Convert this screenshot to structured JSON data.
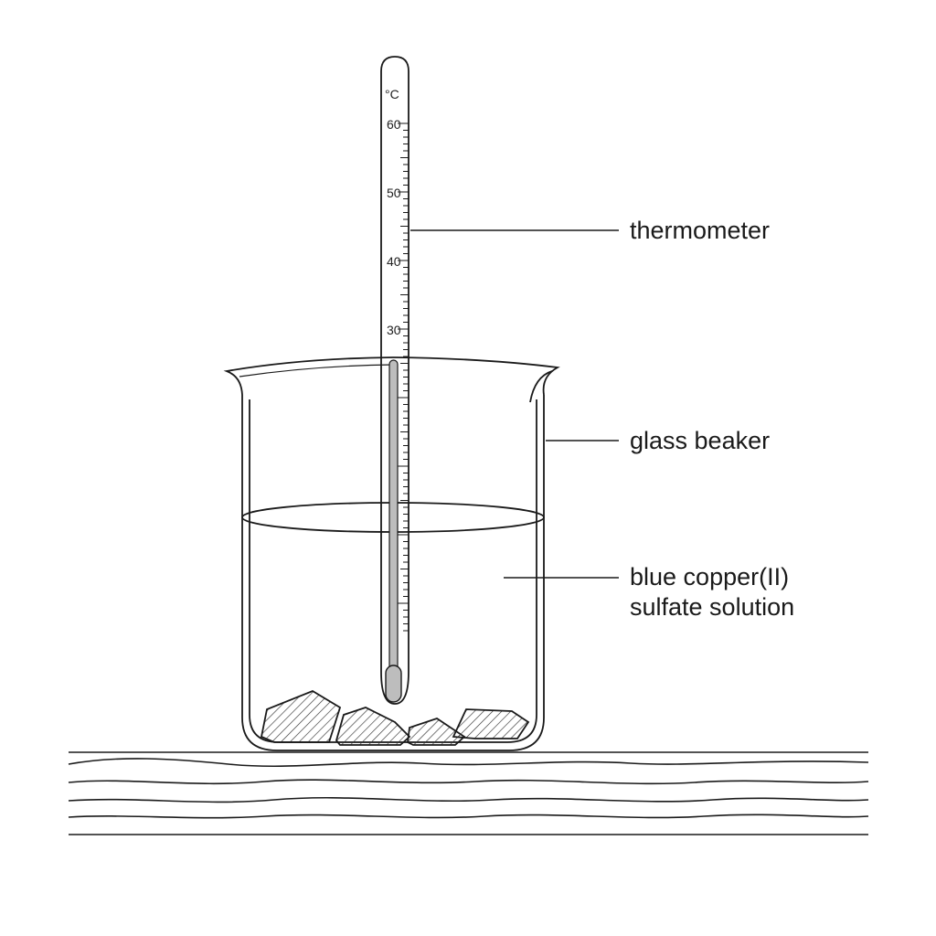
{
  "labels": {
    "thermometer": "thermometer",
    "beaker": "glass beaker",
    "solution_line1": "blue copper(II)",
    "solution_line2": "sulfate solution"
  },
  "thermometer": {
    "unit": "°C",
    "scale_numbers": [
      "60",
      "50",
      "40",
      "30"
    ],
    "reading_celsius": 26
  },
  "colors": {
    "ink": "#1a1a1a",
    "mercury": "#bdbdbd",
    "background": "#ffffff"
  }
}
